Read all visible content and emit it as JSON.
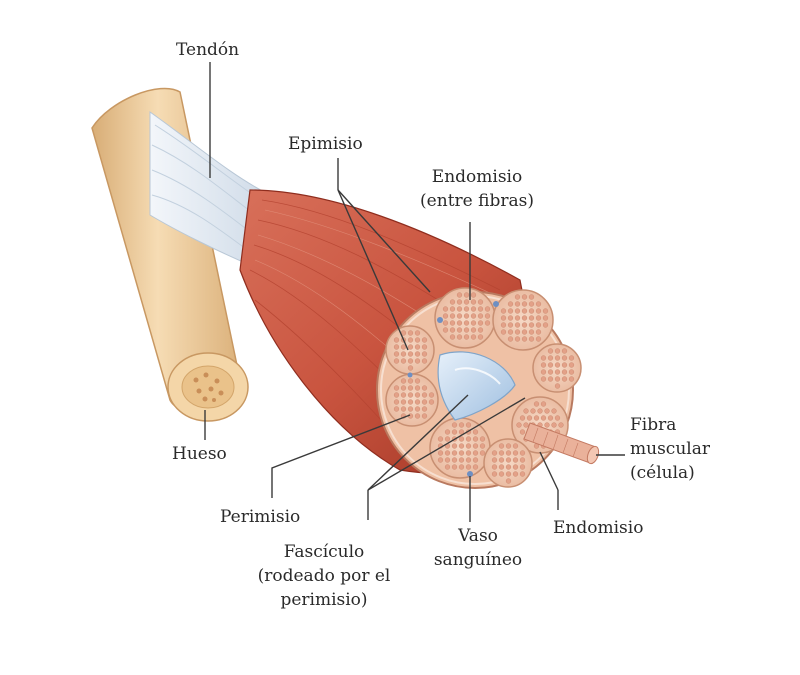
{
  "labels": {
    "tendon": "Tendón",
    "epimisio": "Epimisio",
    "endomisio_top": [
      "Endomisio",
      "(entre fibras)"
    ],
    "hueso": "Hueso",
    "perimisio": "Perimisio",
    "fasciculo": [
      "Fascículo",
      "(rodeado por el",
      "perimisio)"
    ],
    "vaso": [
      "Vaso",
      "sanguíneo"
    ],
    "endomisio_bottom": "Endomisio",
    "fibra": [
      "Fibra",
      "muscular",
      "(célula)"
    ]
  },
  "colors": {
    "bone": "#f1d3a6",
    "bone_shadow": "#d8ad76",
    "tendon": "#e6ecf2",
    "muscle": "#c9543f",
    "muscle_dark": "#9e3423",
    "muscle_light": "#e08a72",
    "fascicle": "#f2cdb6",
    "fiber": "#e7a58c",
    "vessel": "#b9d2ea",
    "leader": "#3a3a3a"
  }
}
